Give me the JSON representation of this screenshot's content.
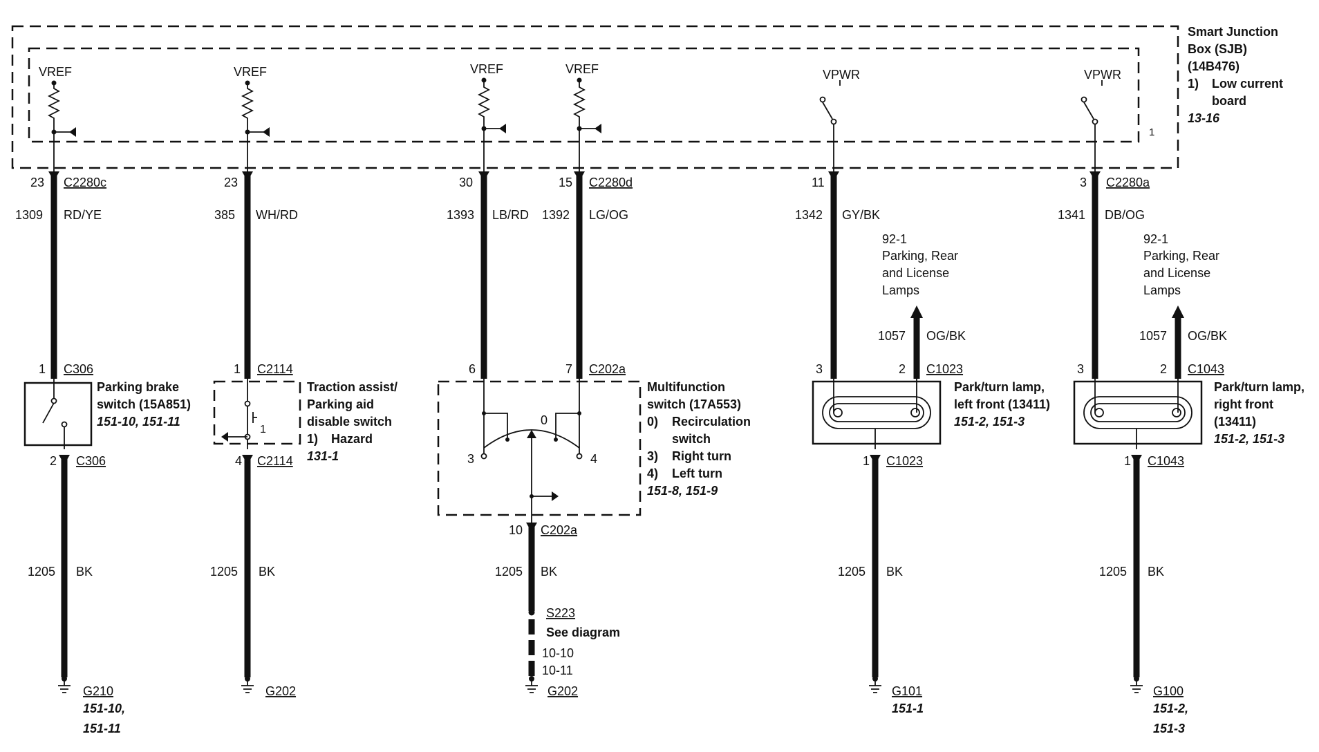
{
  "sjb": {
    "title_line1": "Smart Junction",
    "title_line2": "Box (SJB)",
    "part": "(14B476)",
    "note_num": "1)",
    "note_line1": "Low current",
    "note_line2": "board",
    "ref": "13-16",
    "marker": "1"
  },
  "circuits": [
    {
      "supply": "VREF",
      "pin_top": "23",
      "conn_top": "C2280c",
      "wire_id": "1309",
      "wire_color": "RD/YE",
      "pin_dev_in": "1",
      "conn_dev_in": "C306",
      "dev_line1": "Parking brake",
      "dev_line2": "switch (15A851)",
      "dev_refs": "151-10, 151-11",
      "pin_dev_out": "2",
      "conn_dev_out": "C306",
      "gnd_wire": "1205",
      "gnd_color": "BK",
      "ground": "G210",
      "gnd_ref1": "151-10,",
      "gnd_ref2": "151-11"
    },
    {
      "supply": "VREF",
      "pin_top": "23",
      "wire_id": "385",
      "wire_color": "WH/RD",
      "pin_dev_in": "1",
      "conn_dev_in": "C2114",
      "dev_line1": "Traction assist/",
      "dev_line2": "Parking aid",
      "dev_line3": "disable switch",
      "note_num": "1)",
      "note_text": "Hazard",
      "dev_refs": "131-1",
      "dev_marker": "1",
      "pin_dev_out": "4",
      "conn_dev_out": "C2114",
      "gnd_wire": "1205",
      "gnd_color": "BK",
      "ground": "G202"
    },
    {
      "supply": "VREF",
      "pin_top": "30",
      "wire_id": "1393",
      "wire_color": "LB/RD",
      "pin_dev_in": "6"
    },
    {
      "supply": "VREF",
      "pin_top": "15",
      "conn_top": "C2280d",
      "wire_id": "1392",
      "wire_color": "LG/OG",
      "pin_dev_in": "7",
      "conn_dev_in": "C202a"
    },
    {
      "supply": "VPWR",
      "pin_top": "11",
      "wire_id": "1342",
      "wire_color": "GY/BK",
      "out_ref": "92-1",
      "out_line1": "Parking, Rear",
      "out_line2": "and License",
      "out_line3": "Lamps",
      "out_wire": "1057",
      "out_color": "OG/BK",
      "pin_dev_in": "3",
      "pin_dev_in2": "2",
      "conn_dev_in": "C1023",
      "dev_line1": "Park/turn lamp,",
      "dev_line2": "left front (13411)",
      "dev_refs": "151-2, 151-3",
      "pin_dev_out": "1",
      "conn_dev_out": "C1023",
      "gnd_wire": "1205",
      "gnd_color": "BK",
      "ground": "G101",
      "gnd_ref1": "151-1"
    },
    {
      "supply": "VPWR",
      "pin_top": "3",
      "conn_top": "C2280a",
      "wire_id": "1341",
      "wire_color": "DB/OG",
      "out_ref": "92-1",
      "out_line1": "Parking, Rear",
      "out_line2": "and License",
      "out_line3": "Lamps",
      "out_wire": "1057",
      "out_color": "OG/BK",
      "pin_dev_in": "3",
      "pin_dev_in2": "2",
      "conn_dev_in": "C1043",
      "dev_line1": "Park/turn lamp,",
      "dev_line2": "right front",
      "dev_line3": "(13411)",
      "dev_refs": "151-2, 151-3",
      "pin_dev_out": "1",
      "conn_dev_out": "C1043",
      "gnd_wire": "1205",
      "gnd_color": "BK",
      "ground": "G100",
      "gnd_ref1": "151-2,",
      "gnd_ref2": "151-3"
    }
  ],
  "mfs": {
    "title1": "Multifunction",
    "title2": "switch (17A553)",
    "item0_num": "0)",
    "item0_text1": "Recirculation",
    "item0_text2": "switch",
    "item3_num": "3)",
    "item3_text": "Right turn",
    "item4_num": "4)",
    "item4_text": "Left turn",
    "refs": "151-8, 151-9",
    "pos0": "0",
    "pos3": "3",
    "pos4": "4",
    "pin_out": "10",
    "conn_out": "C202a",
    "gnd_wire": "1205",
    "gnd_color": "BK",
    "splice": "S223",
    "see": "See diagram",
    "see_ref1": "10-10",
    "see_ref2": "10-11",
    "ground": "G202"
  }
}
